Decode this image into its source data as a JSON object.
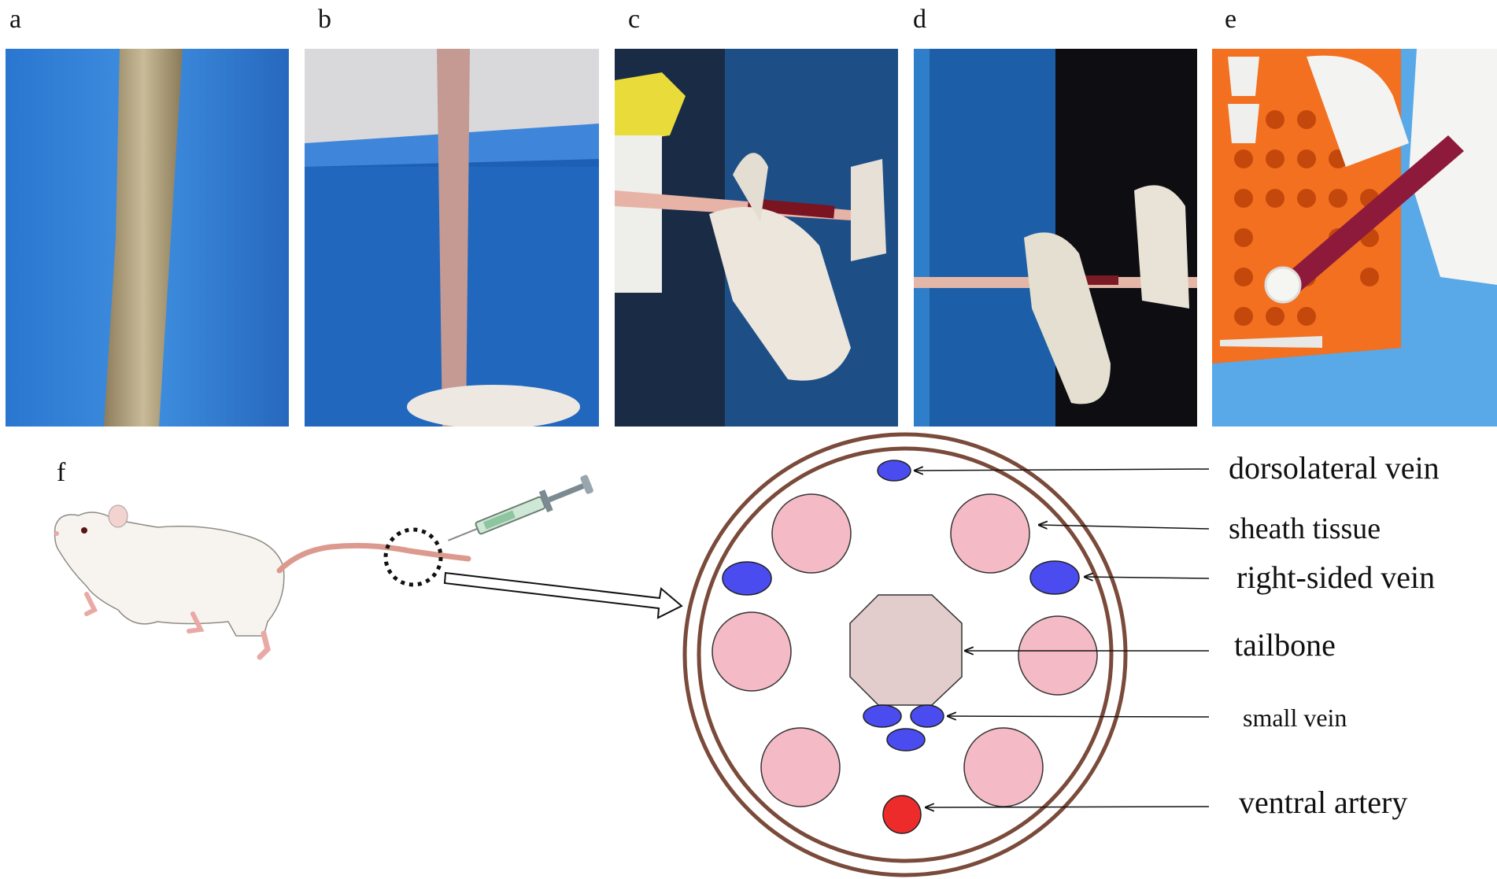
{
  "panels": {
    "a": "a",
    "b": "b",
    "c": "c",
    "d": "d",
    "e": "e",
    "f": "f"
  },
  "photos": [
    {
      "name": "tail-on-blue-drape-photo",
      "desc_colors": {
        "bg": "#2f7fd6",
        "tail": "#b8a98a"
      }
    },
    {
      "name": "tail-cleaned-pink-photo",
      "desc_colors": {
        "bg": "#1f63b8",
        "tail": "#c49a92"
      }
    },
    {
      "name": "blood-draw-syringe-photo",
      "desc_colors": {
        "bg": "#1d3f6a",
        "glove": "#e8e3da"
      }
    },
    {
      "name": "blood-draw-gloved-hands-photo",
      "desc_colors": {
        "bg": "#0f0f14",
        "glove": "#e5e0d2"
      }
    },
    {
      "name": "transfer-to-tube-photo",
      "desc_colors": {
        "bg": "#f26b1d",
        "glove": "#f2f2f0"
      }
    }
  ],
  "labels": {
    "dorsolateral_vein": "dorsolateral vein",
    "sheath_tissue": "sheath tissue",
    "right_sided_vein": "right-sided vein",
    "tailbone": "tailbone",
    "small_vein": "small vein",
    "ventral_artery": "ventral artery"
  },
  "colors": {
    "ring": "#7a4a3a",
    "muscle": "#f4bac6",
    "vein": "#4a4cf0",
    "artery": "#ee2b2b",
    "bone": "#e2cdcc"
  }
}
